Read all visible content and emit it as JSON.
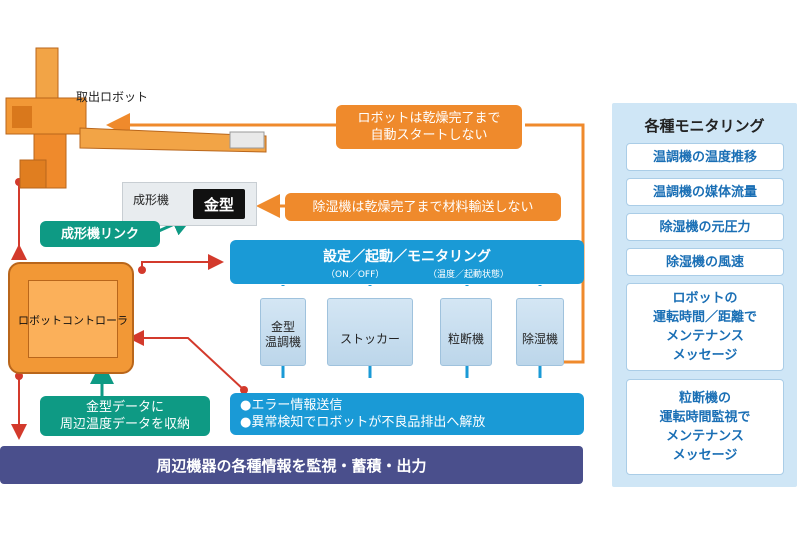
{
  "labels": {
    "robot_title": "取出ロボット",
    "molding_machine": "成形機",
    "mold": "金型",
    "robot_controller": "ロボットコントローラ"
  },
  "notes": {
    "robot_dry": "ロボットは乾燥完了まで\n自動スタートしない",
    "dehumid_dry": "除湿機は乾燥完了まで材料輸送しない",
    "molding_link": "成形機リンク",
    "mold_data": "金型データに\n周辺温度データを収納"
  },
  "setting_box": {
    "title": "設定／起動／モニタリング",
    "sub_left": "（ON／OFF）",
    "sub_right": "（温度／起動状態）"
  },
  "machines": [
    {
      "name": "金型\n温調機"
    },
    {
      "name": "ストッカー"
    },
    {
      "name": "粒断機"
    },
    {
      "name": "除湿機"
    }
  ],
  "error_box": {
    "line1": "●エラー情報送信",
    "line2": "●異常検知でロボットが不良品排出へ解放"
  },
  "bottom_bar": "周辺機器の各種情報を監視・蓄積・出力",
  "monitoring": {
    "title": "各種モニタリング",
    "items": [
      "温調機の温度推移",
      "温調機の媒体流量",
      "除湿機の元圧力",
      "除湿機の風速",
      "ロボットの\n運転時間／距離で\nメンテナンス\nメッセージ",
      "粒断機の\n運転時間監視で\nメンテナンス\nメッセージ"
    ]
  },
  "colors": {
    "orange": "#ef8a2c",
    "teal": "#0e9a84",
    "blue": "#1a9ad6",
    "navy": "#4a4f8c",
    "red": "#d33a2c",
    "panel": "#cfe6f6"
  }
}
